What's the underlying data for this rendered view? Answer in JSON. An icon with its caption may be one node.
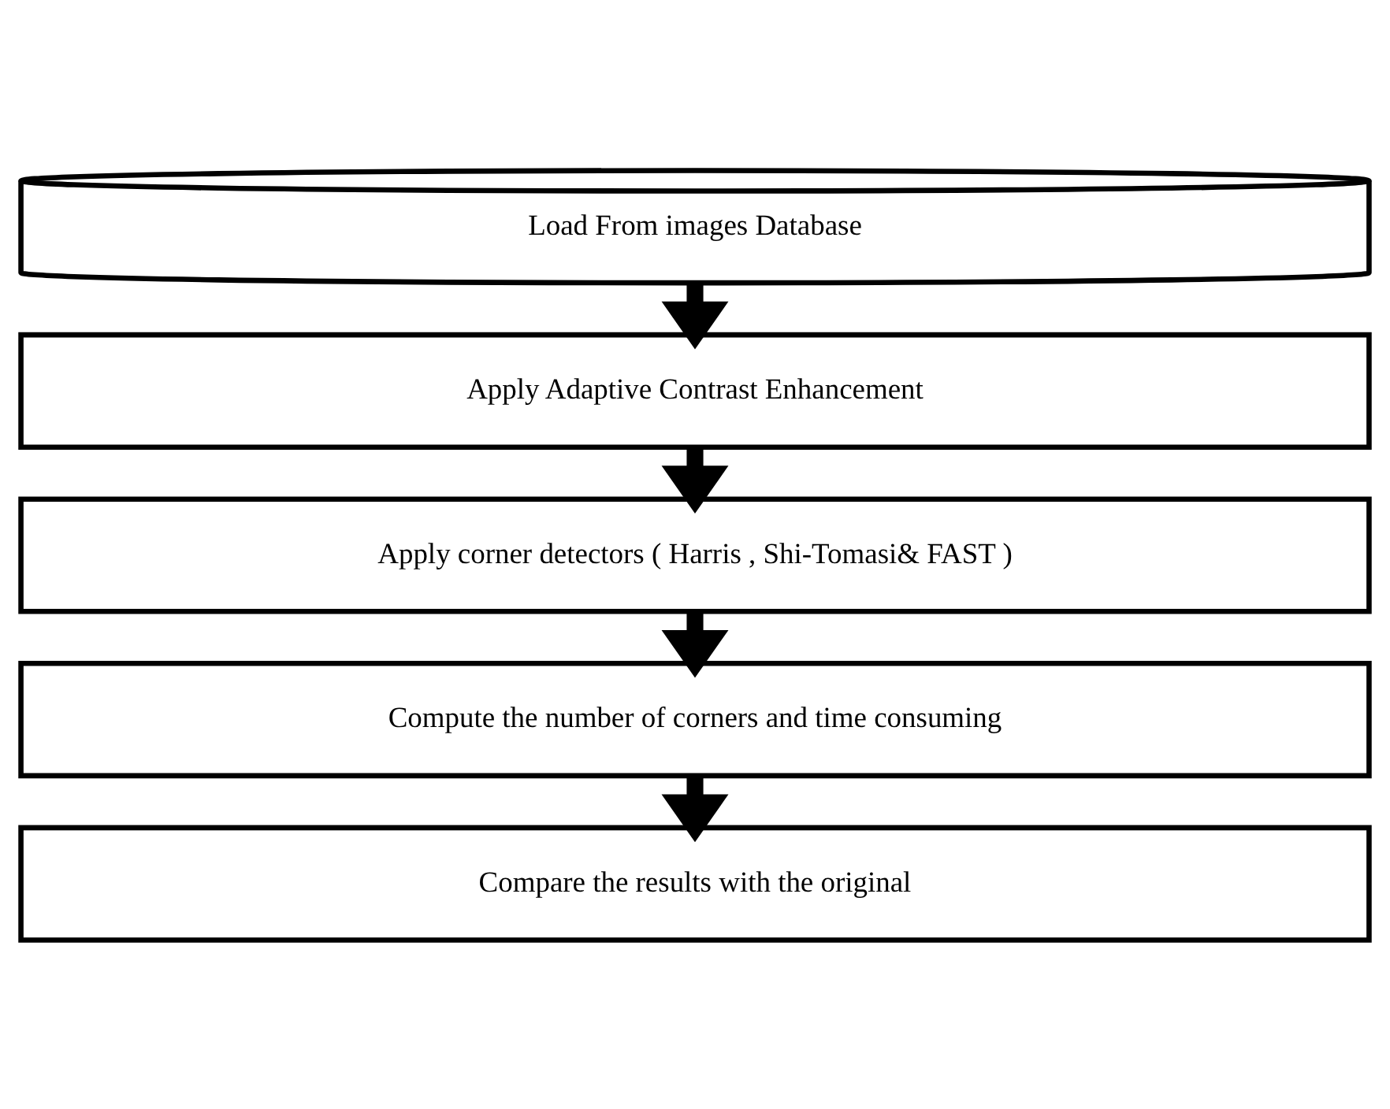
{
  "diagram": {
    "nodes": [
      {
        "text": [
          "Load From images Database"
        ]
      },
      {
        "text": [
          "Apply Adaptive Contrast Enhancement"
        ]
      },
      {
        "text": [
          "Apply corner detectors ( Harris , Shi-Tomasi& FAST )"
        ]
      },
      {
        "text": [
          "Compute the number of corners and time consuming"
        ]
      },
      {
        "text": [
          "Compare the results with the original"
        ]
      }
    ],
    "edges": [
      {
        "from": 0,
        "to": 1,
        "arrow": "to"
      },
      {
        "from": 1,
        "to": 2,
        "arrow": "to"
      },
      {
        "from": 2,
        "to": 3,
        "arrow": "to"
      },
      {
        "from": 3,
        "to": 4,
        "arrow": "to"
      }
    ]
  }
}
